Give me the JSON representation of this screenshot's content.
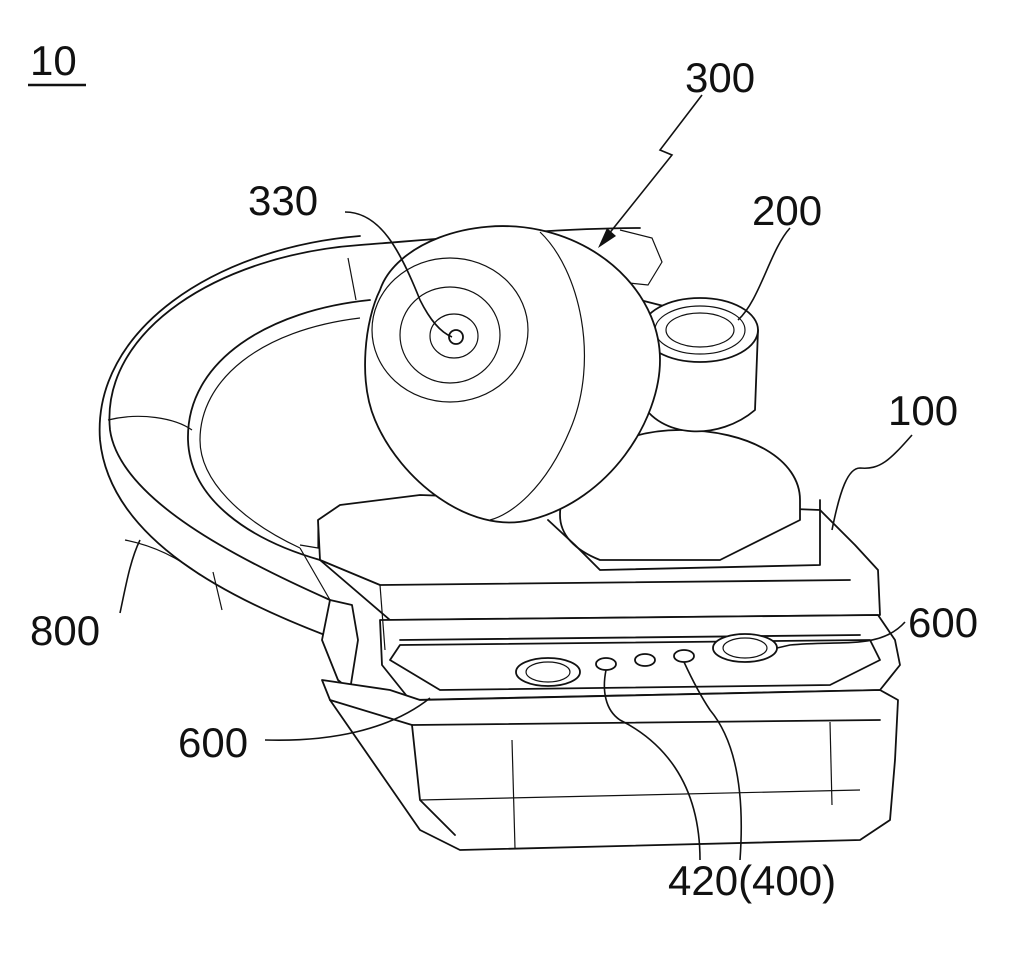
{
  "figure": {
    "number": "10",
    "labels": {
      "l300": "300",
      "l330": "330",
      "l200": "200",
      "l100": "100",
      "l800": "800",
      "l600_right": "600",
      "l600_left": "600",
      "l420": "420(400)"
    }
  }
}
